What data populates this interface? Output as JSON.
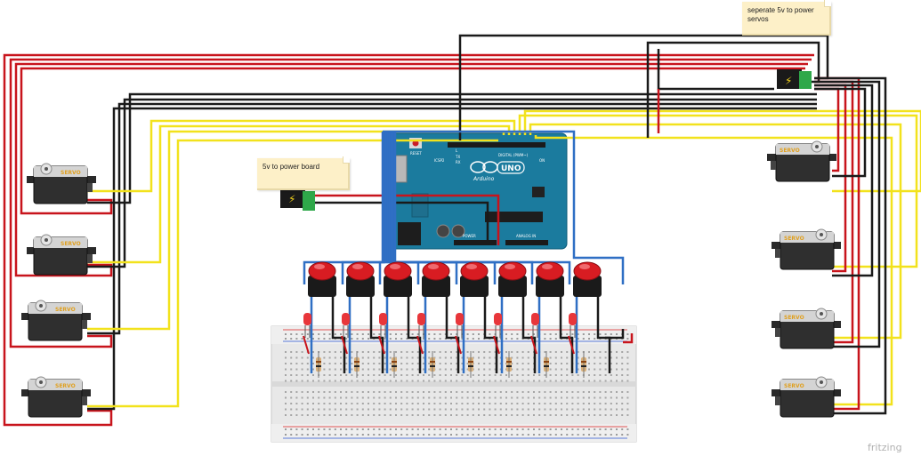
{
  "notes": {
    "servo_power": "seperate 5v to power servos",
    "board_power": "5v to power board"
  },
  "arduino": {
    "brand": "Arduino",
    "model": "UNO",
    "reset_label": "RESET",
    "icsp_label": "ICSP2",
    "digital_label": "DIGITAL (PWM~)",
    "analog_label": "ANALOG IN",
    "power_label": "POWER",
    "tx_label": "TX",
    "rx_label": "RX",
    "on_label": "ON",
    "l_label": "L"
  },
  "servo_label": "SERVO",
  "watermark": "fritzing",
  "colors": {
    "wire_red": "#c8141c",
    "wire_black": "#1a1a1a",
    "wire_yellow": "#f2e21c",
    "wire_blue": "#2f6fc4",
    "board_teal": "#1b7b9e",
    "button_red": "#d81c22",
    "led_red": "#e8363a",
    "breadboard": "#e6e6e6",
    "servo_label": "#e0a020"
  }
}
